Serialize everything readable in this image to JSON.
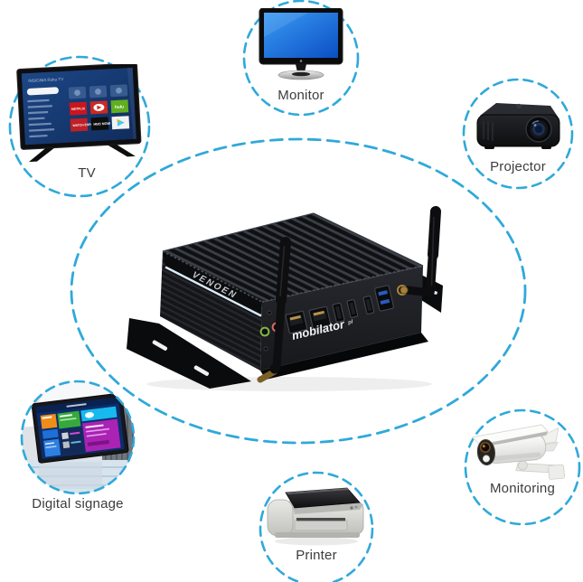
{
  "page": {
    "background": "#ffffff"
  },
  "diagram": {
    "accent_color": "#2fa9da",
    "label_color": "#3c3c3c",
    "hub": {
      "brand": "VENOEN",
      "logo_text": "mobilator",
      "logo_suffix": "pl"
    },
    "devices": [
      {
        "id": "monitor",
        "label": "Monitor"
      },
      {
        "id": "projector",
        "label": "Projector"
      },
      {
        "id": "tv",
        "label": "TV",
        "screen": {
          "brand_text": "INSIGNIA Roku TV",
          "apps": [
            "NETFLIX",
            "YouTube",
            "hulu",
            "WATCH ESPN",
            "HBO NOW",
            "Google Play"
          ]
        }
      },
      {
        "id": "digital-signage",
        "label": "Digital signage"
      },
      {
        "id": "printer",
        "label": "Printer"
      },
      {
        "id": "monitoring",
        "label": "Monitoring"
      }
    ]
  }
}
